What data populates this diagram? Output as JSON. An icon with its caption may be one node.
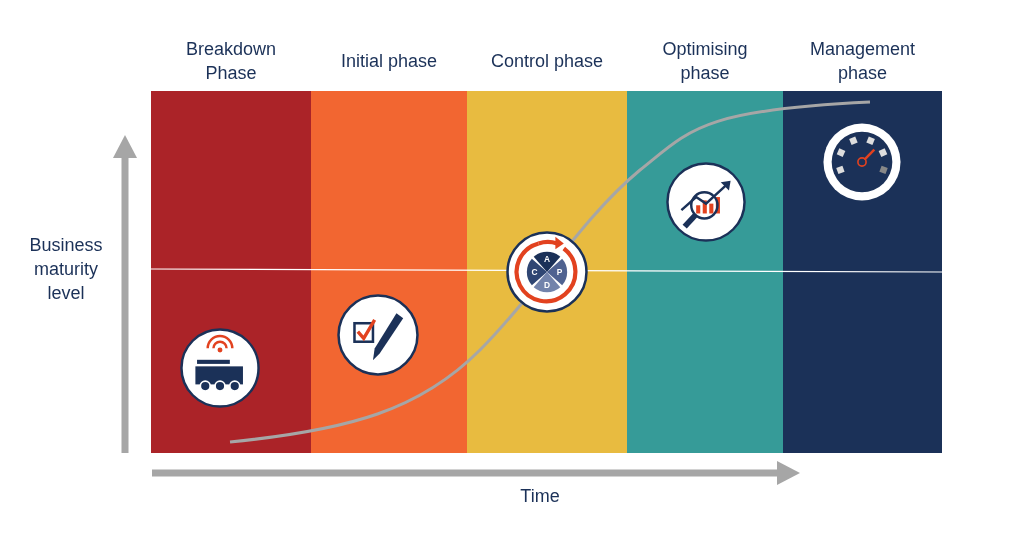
{
  "diagram": {
    "nodes": [
      {
        "text": [
          "Breakdown Phase"
        ]
      },
      {
        "text": [
          "Initial phase"
        ]
      },
      {
        "text": [
          "Control phase"
        ]
      },
      {
        "text": [
          "Optimising phase"
        ]
      },
      {
        "text": [
          "Management phase"
        ]
      }
    ],
    "edges": [],
    "labels": [
      "Business maturity level",
      "A",
      "C",
      "P",
      "D",
      "Time"
    ]
  }
}
